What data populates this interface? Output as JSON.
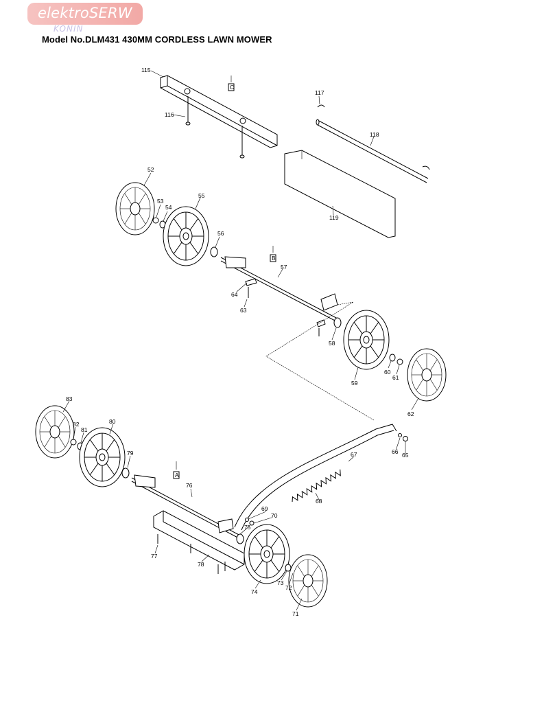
{
  "brand": {
    "name": "elektroSERW",
    "city": "KONIN",
    "color": "#f2a9a6"
  },
  "header": {
    "title": "Model No.DLM431 430MM CORDLESS LAWN MOWER"
  },
  "refs": {
    "c": "C",
    "b": "B",
    "a": "A"
  },
  "parts": {
    "p52": "52",
    "p53": "53",
    "p54": "54",
    "p55": "55",
    "p56": "56",
    "p57": "57",
    "p58": "58",
    "p59": "59",
    "p60": "60",
    "p61": "61",
    "p62": "62",
    "p63": "63",
    "p64": "64",
    "p65": "65",
    "p66": "66",
    "p67": "67",
    "p68": "68",
    "p69": "69",
    "p70": "70",
    "p71": "71",
    "p72": "72",
    "p73": "73",
    "p74": "74",
    "p75": "75",
    "p76": "76",
    "p77": "77",
    "p78": "78",
    "p79": "79",
    "p80": "80",
    "p81": "81",
    "p82": "82",
    "p83": "83",
    "p115": "115",
    "p116": "116",
    "p117": "117",
    "p118": "118",
    "p119": "119"
  }
}
